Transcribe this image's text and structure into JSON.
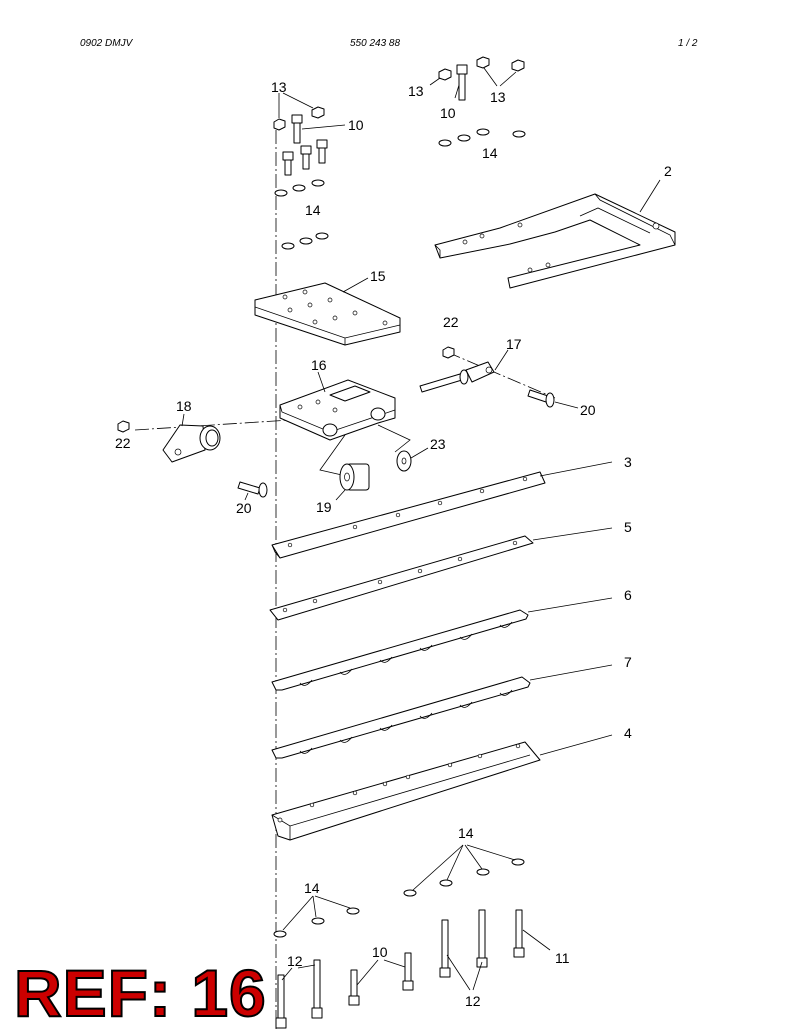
{
  "header": {
    "left": "0902 DMJV",
    "center": "550 243 88",
    "right": "1 /  2"
  },
  "callouts": {
    "c13a": "13",
    "c10a": "10",
    "c14a": "14",
    "c13b": "13",
    "c10b": "10",
    "c13c": "13",
    "c14b": "14",
    "c2": "2",
    "c15": "15",
    "c22a": "22",
    "c17": "17",
    "c20a": "20",
    "c16": "16",
    "c18": "18",
    "c22b": "22",
    "c23": "23",
    "c19": "19",
    "c20b": "20",
    "c3": "3",
    "c5": "5",
    "c6": "6",
    "c7": "7",
    "c4": "4",
    "c14c": "14",
    "c14d": "14",
    "c12a": "12",
    "c10c": "10",
    "c11": "11",
    "c12b": "12"
  },
  "ref_label": "REF: 16"
}
